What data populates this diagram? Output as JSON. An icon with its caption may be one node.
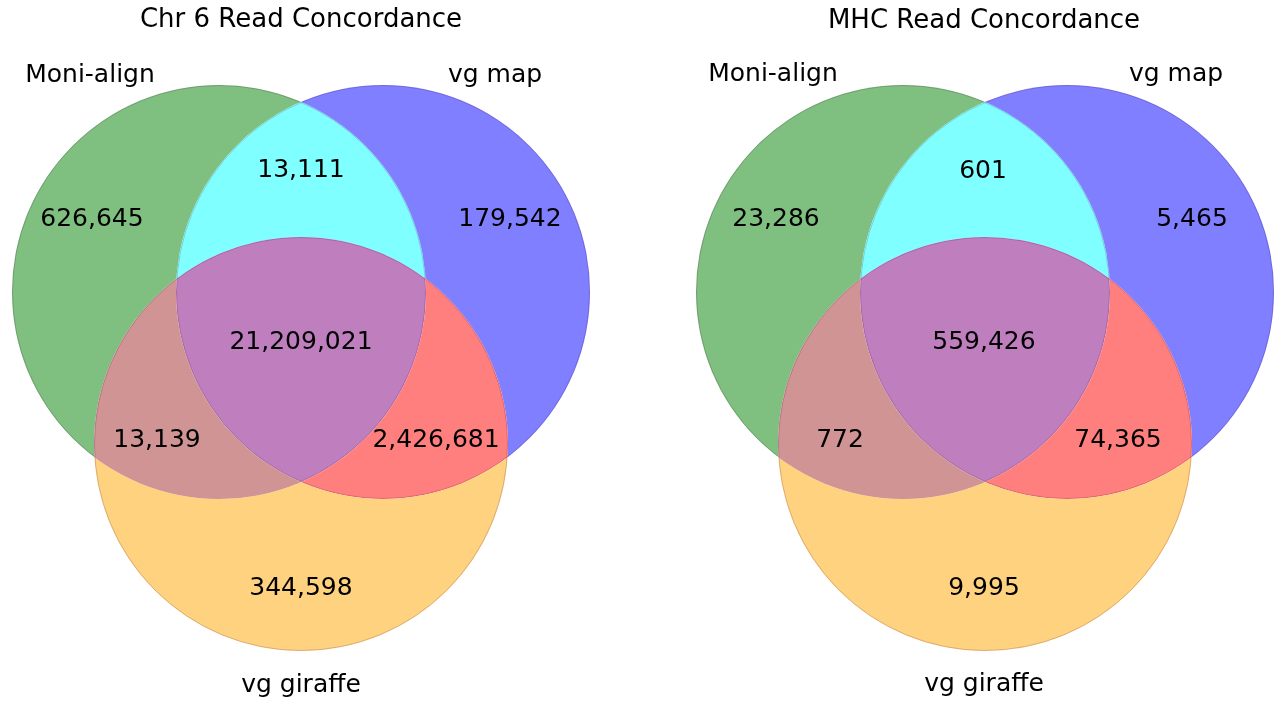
{
  "diagram": {
    "nodes": [
      {
        "text": [
          "Moni-align",
          "626,645"
        ]
      },
      {
        "text": [
          "vg map",
          "179,542"
        ]
      },
      {
        "text": [
          "344,598",
          "vg giraffe"
        ]
      },
      {
        "text": [
          "Moni-align",
          "23,286"
        ]
      },
      {
        "text": [
          "vg map",
          "5,465"
        ]
      },
      {
        "text": [
          "9,995",
          "vg giraffe"
        ]
      }
    ],
    "labels": [
      "Chr 6 Read Concordance",
      "13,111",
      "21,209,021",
      "13,139",
      "2,426,681",
      "MHC Read Concordance",
      "601",
      "559,426",
      "772",
      "74,365"
    ]
  }
}
